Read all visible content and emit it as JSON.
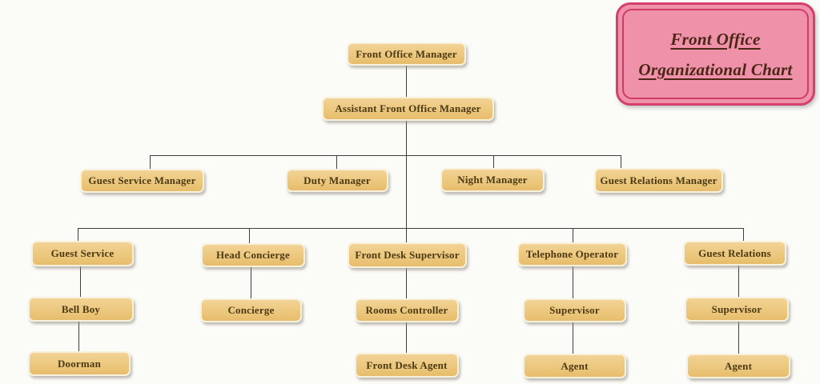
{
  "title_card": {
    "line1": "Front Office",
    "line2": "Organizational Chart",
    "fill_color": "#ef91a8",
    "border_color": "#d4406e",
    "text_color": "#4b2616"
  },
  "styles": {
    "node_fill_top": "#f2d396",
    "node_fill_bottom": "#e7bd6c",
    "node_border": "#f8f1de",
    "node_text_color": "#4c3a14",
    "connector_color": "#3e3e3e",
    "background": "#fbfbf8"
  },
  "nodes": [
    {
      "id": "front-office-manager",
      "label": "Front Office Manager"
    },
    {
      "id": "assistant-front-office-manager",
      "label": "Assistant Front Office Manager"
    },
    {
      "id": "guest-service-manager",
      "label": "Guest Service Manager"
    },
    {
      "id": "duty-manager",
      "label": "Duty Manager"
    },
    {
      "id": "night-manager",
      "label": "Night Manager"
    },
    {
      "id": "guest-relations-manager",
      "label": "Guest Relations Manager"
    },
    {
      "id": "guest-service",
      "label": "Guest Service"
    },
    {
      "id": "head-concierge",
      "label": "Head Concierge"
    },
    {
      "id": "front-desk-supervisor",
      "label": "Front Desk Supervisor"
    },
    {
      "id": "telephone-operator",
      "label": "Telephone Operator"
    },
    {
      "id": "guest-relations",
      "label": "Guest Relations"
    },
    {
      "id": "bell-boy",
      "label": "Bell Boy"
    },
    {
      "id": "concierge",
      "label": "Concierge"
    },
    {
      "id": "rooms-controller",
      "label": "Rooms Controller"
    },
    {
      "id": "supervisor-telephone",
      "label": "Supervisor"
    },
    {
      "id": "supervisor-guest-relations",
      "label": "Supervisor"
    },
    {
      "id": "doorman",
      "label": "Doorman"
    },
    {
      "id": "front-desk-agent",
      "label": "Front Desk Agent"
    },
    {
      "id": "agent-telephone",
      "label": "Agent"
    },
    {
      "id": "agent-guest-relations",
      "label": "Agent"
    }
  ],
  "hierarchy": [
    {
      "from": "front-office-manager",
      "to": "assistant-front-office-manager"
    },
    {
      "from": "assistant-front-office-manager",
      "to": "guest-service-manager"
    },
    {
      "from": "assistant-front-office-manager",
      "to": "duty-manager"
    },
    {
      "from": "assistant-front-office-manager",
      "to": "night-manager"
    },
    {
      "from": "assistant-front-office-manager",
      "to": "guest-relations-manager"
    },
    {
      "from": "assistant-front-office-manager",
      "to": "guest-service"
    },
    {
      "from": "assistant-front-office-manager",
      "to": "head-concierge"
    },
    {
      "from": "assistant-front-office-manager",
      "to": "front-desk-supervisor"
    },
    {
      "from": "assistant-front-office-manager",
      "to": "telephone-operator"
    },
    {
      "from": "assistant-front-office-manager",
      "to": "guest-relations"
    },
    {
      "from": "guest-service",
      "to": "bell-boy"
    },
    {
      "from": "bell-boy",
      "to": "doorman"
    },
    {
      "from": "head-concierge",
      "to": "concierge"
    },
    {
      "from": "front-desk-supervisor",
      "to": "rooms-controller"
    },
    {
      "from": "rooms-controller",
      "to": "front-desk-agent"
    },
    {
      "from": "telephone-operator",
      "to": "supervisor-telephone"
    },
    {
      "from": "supervisor-telephone",
      "to": "agent-telephone"
    },
    {
      "from": "guest-relations",
      "to": "supervisor-guest-relations"
    },
    {
      "from": "supervisor-guest-relations",
      "to": "agent-guest-relations"
    }
  ]
}
